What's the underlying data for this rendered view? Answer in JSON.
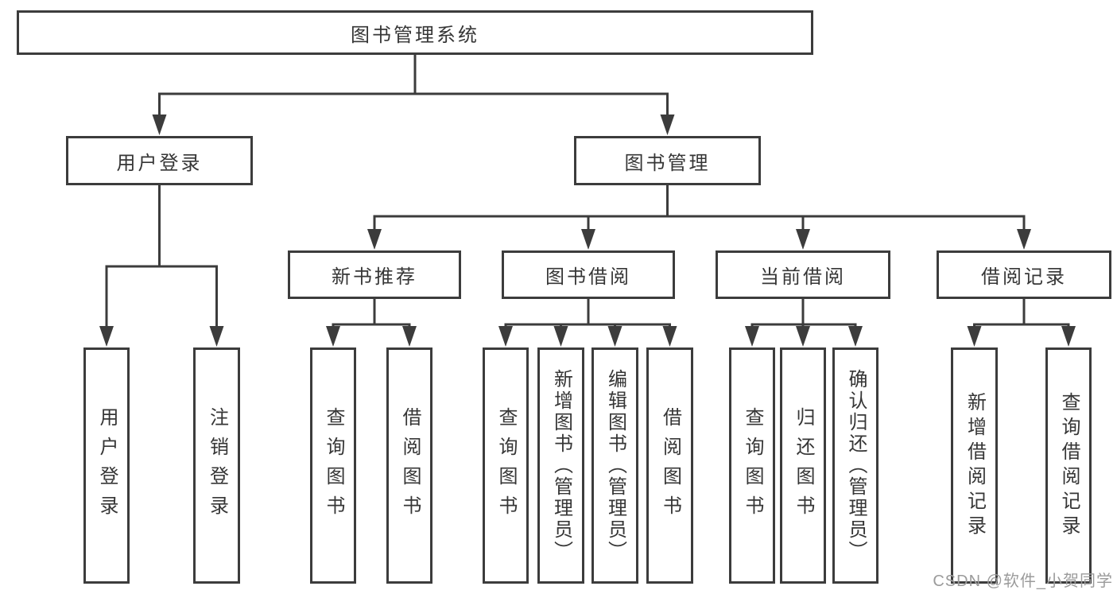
{
  "colors": {
    "line": "#3c3c3c",
    "text": "#363636",
    "box_fill": "#ffffff",
    "background": "#ffffff",
    "watermark": "#9b9b9b"
  },
  "watermark": {
    "text": "CSDN @软件_小贺同学"
  },
  "diagram": {
    "title": "图书管理系统",
    "tree": {
      "id": "root",
      "label": "图书管理系统",
      "children": [
        {
          "id": "login",
          "label": "用户登录",
          "children": [
            {
              "id": "login-user",
              "label": "用户登录"
            },
            {
              "id": "login-logout",
              "label": "注销登录"
            }
          ]
        },
        {
          "id": "mgmt",
          "label": "图书管理",
          "children": [
            {
              "id": "newbook",
              "label": "新书推荐",
              "children": [
                {
                  "id": "nb-query",
                  "label": "查询图书"
                },
                {
                  "id": "nb-borrow",
                  "label": "借阅图书"
                }
              ]
            },
            {
              "id": "borrow",
              "label": "图书借阅",
              "children": [
                {
                  "id": "bw-query",
                  "label": "查询图书"
                },
                {
                  "id": "bw-add",
                  "label": "新增图书（管理员）"
                },
                {
                  "id": "bw-edit",
                  "label": "编辑图书（管理员）"
                },
                {
                  "id": "bw-borrow",
                  "label": "借阅图书"
                }
              ]
            },
            {
              "id": "current",
              "label": "当前借阅",
              "children": [
                {
                  "id": "cu-query",
                  "label": "查询图书"
                },
                {
                  "id": "cu-return",
                  "label": "归还图书"
                },
                {
                  "id": "cu-confirm",
                  "label": "确认归还（管理员）"
                }
              ]
            },
            {
              "id": "records",
              "label": "借阅记录",
              "children": [
                {
                  "id": "re-add",
                  "label": "新增借阅记录"
                },
                {
                  "id": "re-query",
                  "label": "查询借阅记录"
                }
              ]
            }
          ]
        }
      ]
    }
  }
}
